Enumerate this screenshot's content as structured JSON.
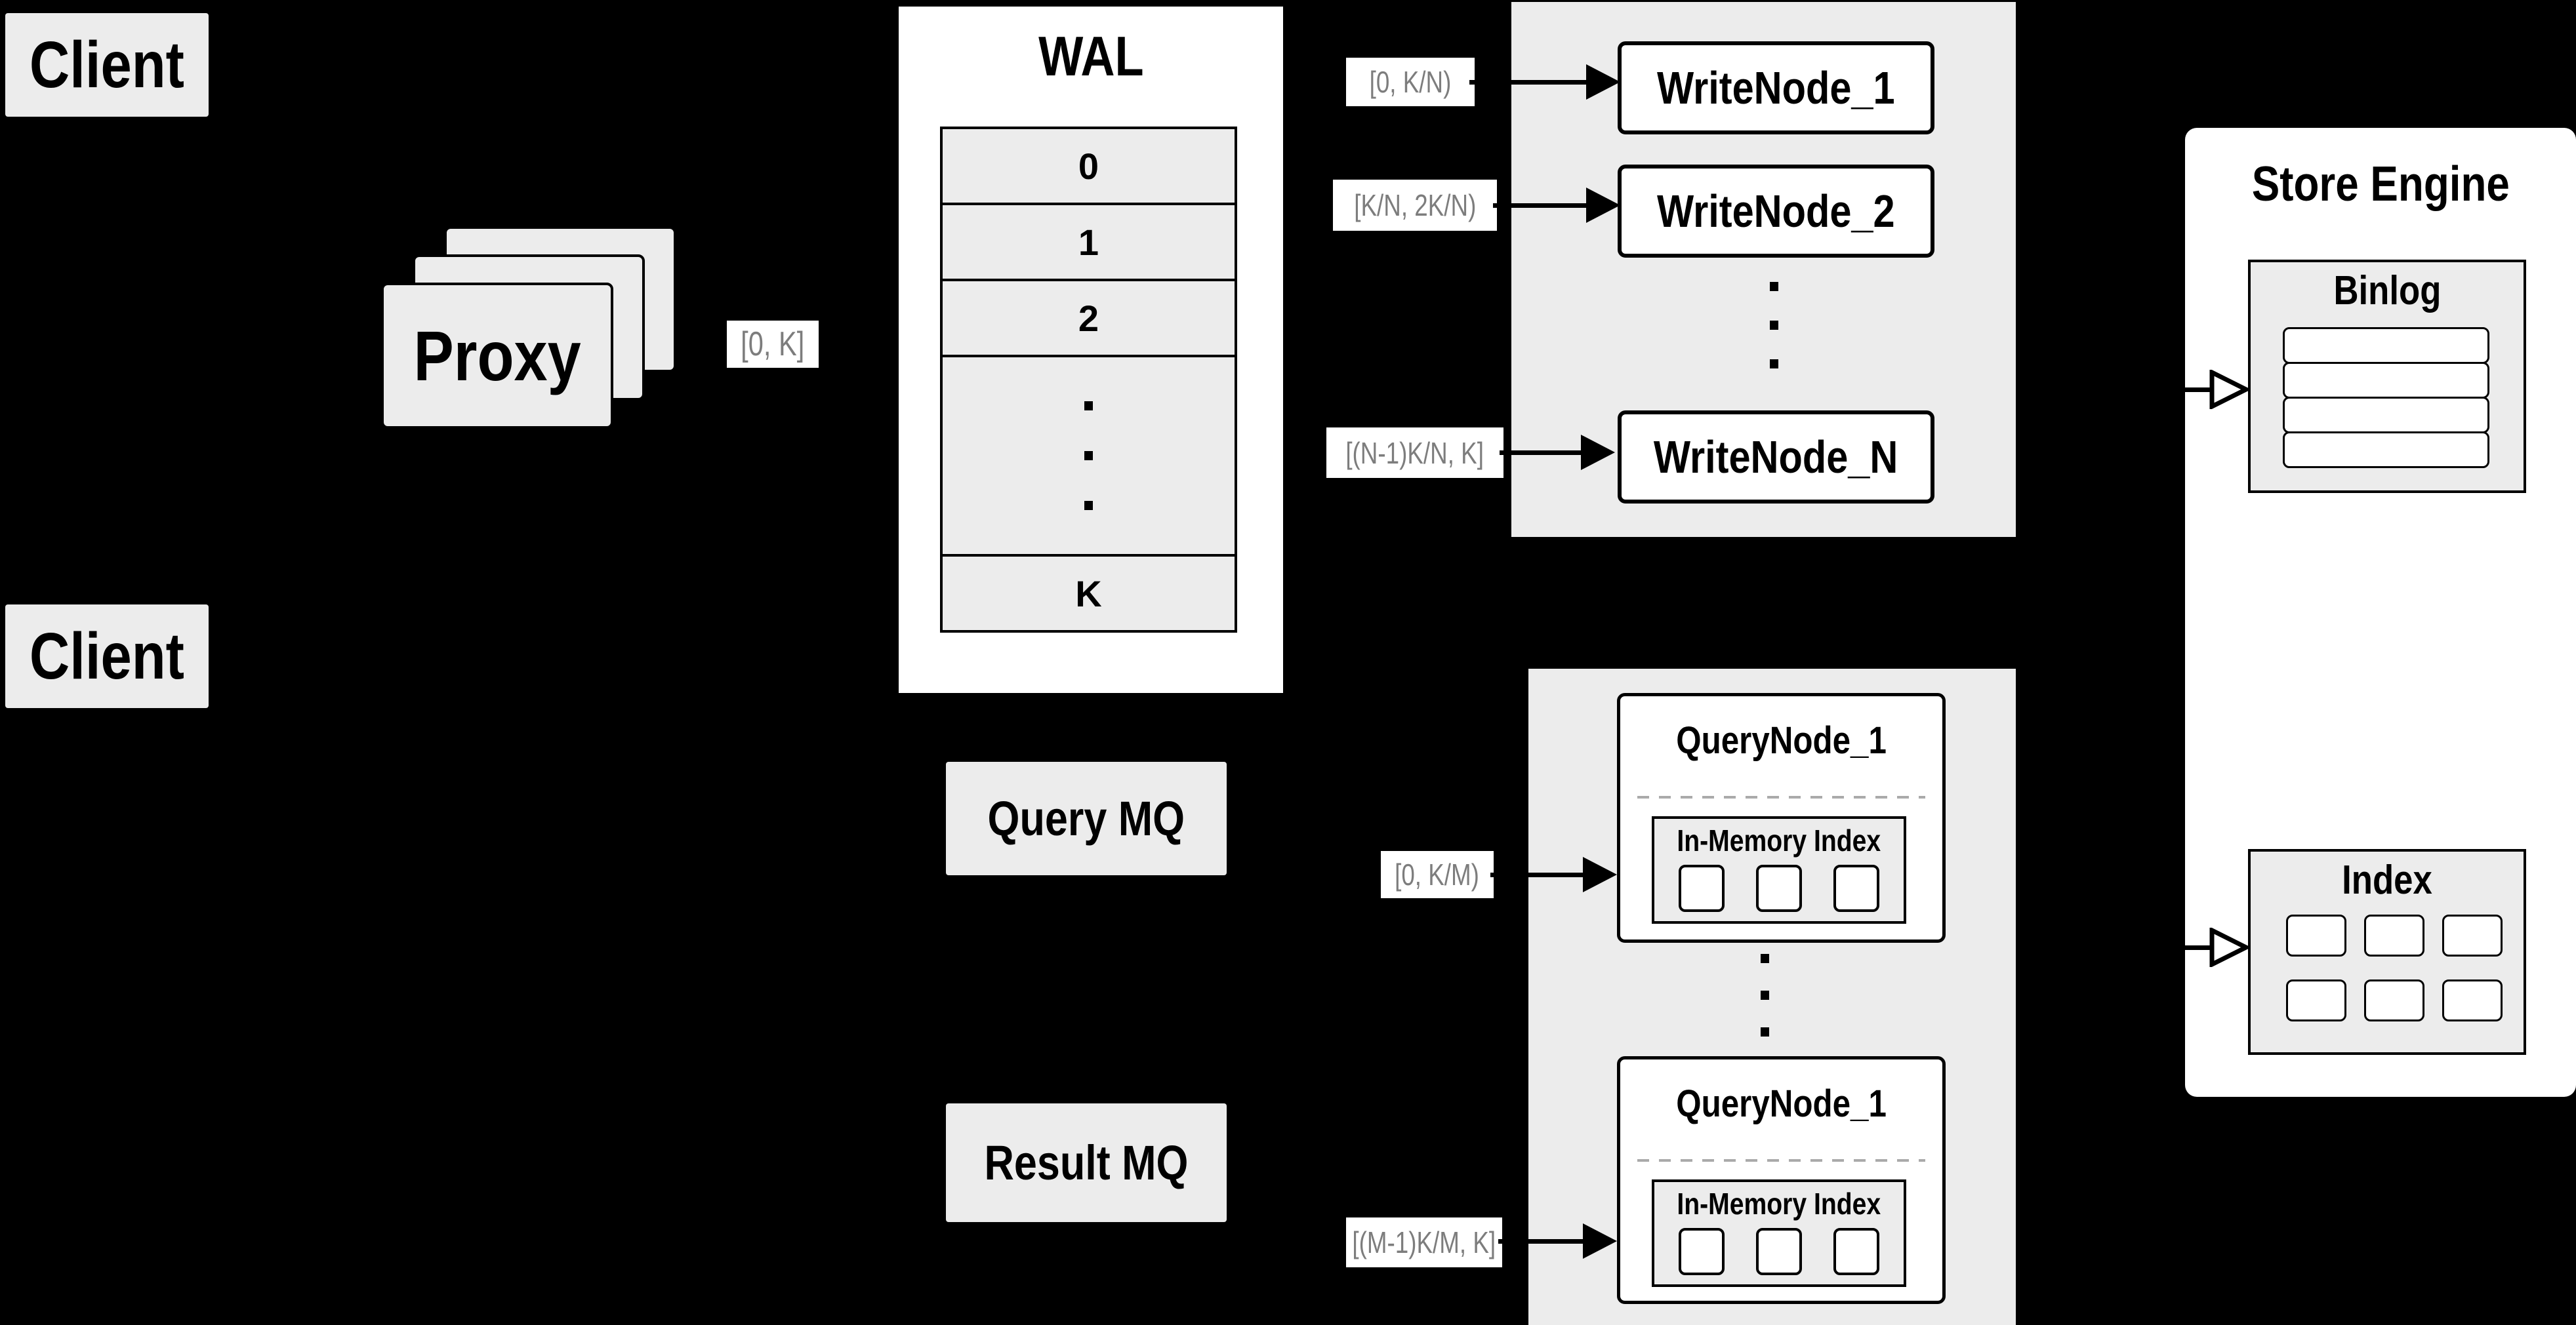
{
  "clients": {
    "top": "Client",
    "bottom": "Client"
  },
  "proxy": {
    "label": "Proxy",
    "range": "[0, K]"
  },
  "wal": {
    "title": "WAL",
    "rows": [
      "0",
      "1",
      "2",
      "K"
    ]
  },
  "write_group": {
    "nodes": [
      {
        "range": "[0, K/N)",
        "name": "WriteNode_1"
      },
      {
        "range": "[K/N, 2K/N)",
        "name": "WriteNode_2"
      },
      {
        "range": "[(N-1)K/N, K]",
        "name": "WriteNode_N"
      }
    ]
  },
  "store_engine": {
    "title": "Store Engine",
    "binlog": {
      "title": "Binlog"
    },
    "index": {
      "title": "Index"
    }
  },
  "mq": {
    "query": "Query MQ",
    "result": "Result MQ"
  },
  "query_group": {
    "nodes": [
      {
        "range": "[0, K/M)",
        "name": "QueryNode_1",
        "memory_index": "In-Memory Index"
      },
      {
        "range": "[(M-1)K/M, K]",
        "name": "QueryNode_1",
        "memory_index": "In-Memory Index"
      }
    ]
  },
  "colors": {
    "background": "#000000",
    "panel_gray": "#ececec",
    "node_white": "#ffffff",
    "line_black": "#000000",
    "range_text_gray": "#7d7d7d",
    "dashed_gray": "#aaaaaa"
  }
}
